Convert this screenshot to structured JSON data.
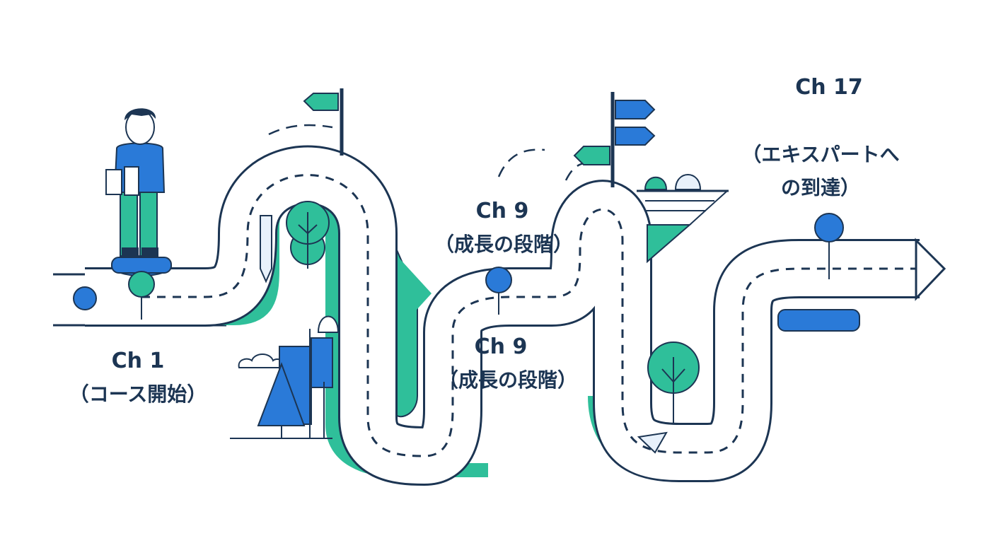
{
  "milestones": [
    {
      "chapter": "Ch 1",
      "subtitle": "（コース開始）"
    },
    {
      "chapter": "Ch 9",
      "subtitle": "（成長の段階）"
    },
    {
      "chapter": "Ch 9",
      "subtitle": "（成長の段階）"
    },
    {
      "chapter": "Ch 17",
      "subtitle_line1": "（エキスパートへ",
      "subtitle_line2": "の到達）"
    }
  ],
  "colors": {
    "ink": "#1c3553",
    "teal": "#2fbf9a",
    "blue": "#2a7ad8",
    "pale": "#e8f1fb",
    "road": "#ffffff"
  },
  "icons": [
    "person-icon",
    "signpost-icon",
    "tree-icon",
    "cloud-icon",
    "milestone-pin-icon",
    "arrow-cursor-icon",
    "flag-icon"
  ]
}
